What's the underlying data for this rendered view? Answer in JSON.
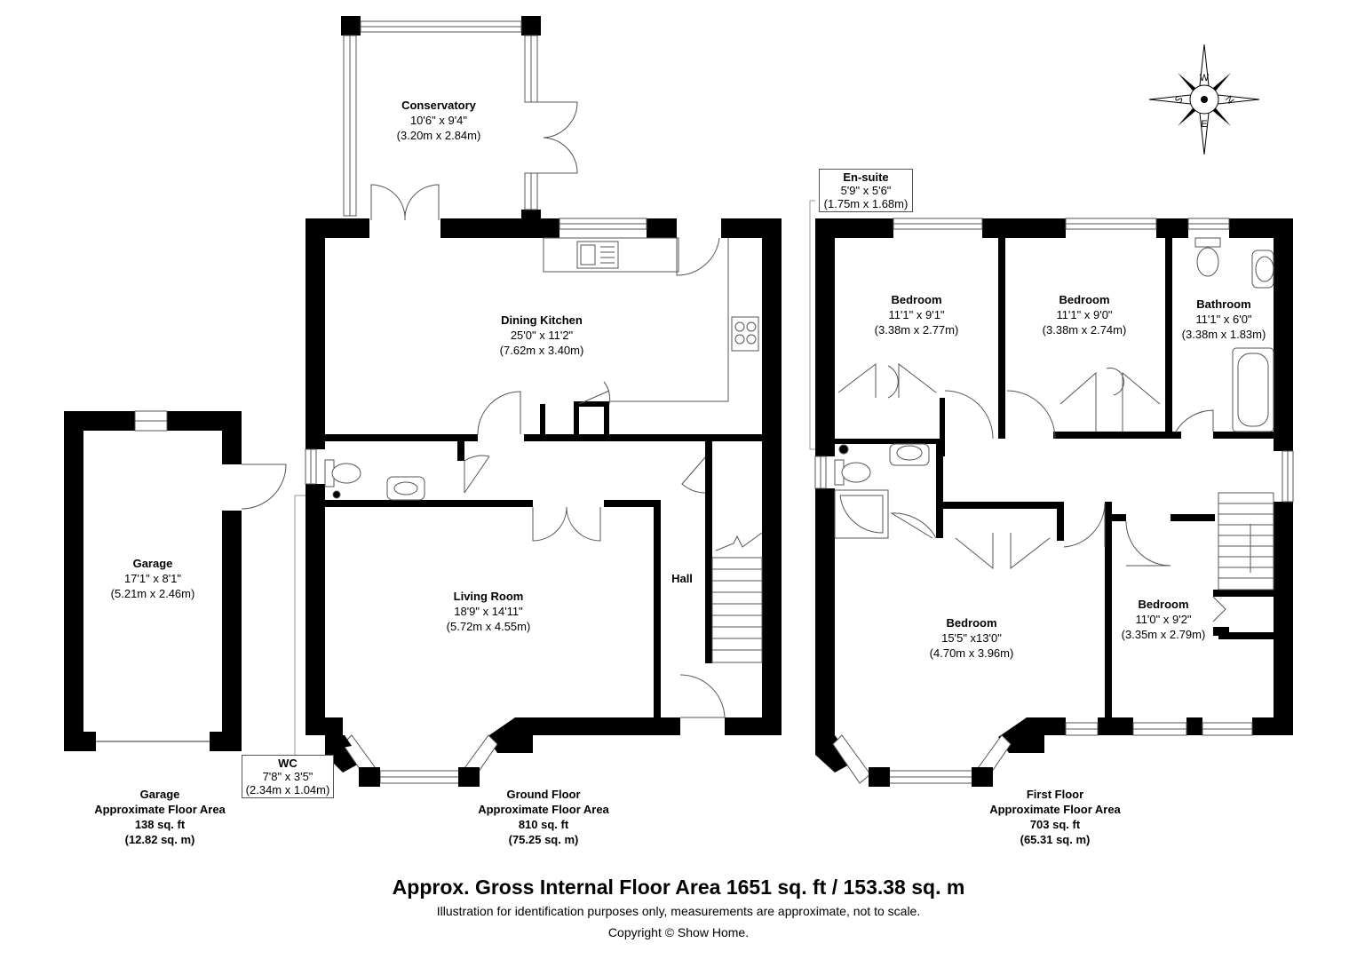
{
  "rooms": {
    "conservatory": {
      "name": "Conservatory",
      "imperial": "10'6\" x 9'4\"",
      "metric": "(3.20m x 2.84m)"
    },
    "dining_kitchen": {
      "name": "Dining Kitchen",
      "imperial": "25'0\" x 11'2\"",
      "metric": "(7.62m x 3.40m)"
    },
    "living_room": {
      "name": "Living Room",
      "imperial": "18'9\" x 14'11\"",
      "metric": "(5.72m x 4.55m)"
    },
    "hall": {
      "name": "Hall"
    },
    "wc": {
      "name": "WC",
      "imperial": "7'8\" x 3'5\"",
      "metric": "(2.34m x 1.04m)"
    },
    "garage": {
      "name": "Garage",
      "imperial": "17'1\" x 8'1\"",
      "metric": "(5.21m x 2.46m)"
    },
    "ensuite": {
      "name": "En-suite",
      "imperial": "5'9\" x 5'6\"",
      "metric": "(1.75m x 1.68m)"
    },
    "bedroom1": {
      "name": "Bedroom",
      "imperial": "11'1\" x 9'1\"",
      "metric": "(3.38m x 2.77m)"
    },
    "bedroom2": {
      "name": "Bedroom",
      "imperial": "11'1\" x 9'0\"",
      "metric": "(3.38m x 2.74m)"
    },
    "bathroom": {
      "name": "Bathroom",
      "imperial": "11'1\" x 6'0\"",
      "metric": "(3.38m x 1.83m)"
    },
    "bedroom_main": {
      "name": "Bedroom",
      "imperial": "15'5\" x13'0\"",
      "metric": "(4.70m x 3.96m)"
    },
    "bedroom4": {
      "name": "Bedroom",
      "imperial": "11'0\" x 9'2\"",
      "metric": "(3.35m x 2.79m)"
    }
  },
  "areas": {
    "garage": {
      "title": "Garage",
      "label": "Approximate Floor Area",
      "sqft": "138 sq. ft",
      "sqm": "(12.82 sq. m)"
    },
    "ground": {
      "title": "Ground Floor",
      "label": "Approximate Floor Area",
      "sqft": "810 sq. ft",
      "sqm": "(75.25 sq. m)"
    },
    "first": {
      "title": "First Floor",
      "label": "Approximate Floor Area",
      "sqft": "703 sq. ft",
      "sqm": "(65.31 sq. m)"
    }
  },
  "compass": {
    "w": "W",
    "n": "N",
    "e": "E",
    "s": "S"
  },
  "footer": {
    "gross": "Approx. Gross Internal Floor Area 1651 sq. ft / 153.38 sq. m",
    "note": "Illustration for identification purposes only, measurements are approximate, not to scale.",
    "copyright": "Copyright © Show Home."
  },
  "colors": {
    "wall": "#000000",
    "fixture": "#555555",
    "background": "#ffffff"
  }
}
